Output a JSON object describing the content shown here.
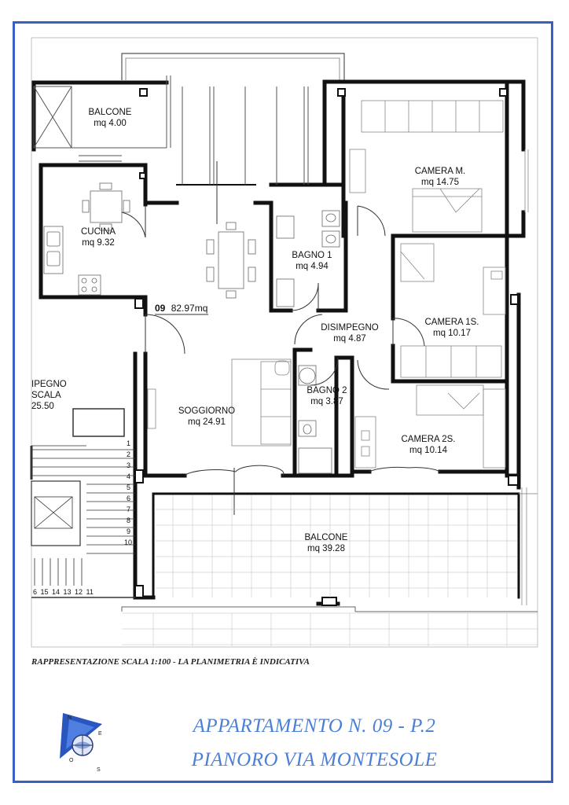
{
  "rooms": {
    "balcone_top": {
      "name": "BALCONE",
      "area": "mq 4.00"
    },
    "cucina": {
      "name": "CUCINA",
      "area": "mq 9.32"
    },
    "bagno1": {
      "name": "BAGNO 1",
      "area": "mq 4.94"
    },
    "camera_m": {
      "name": "CAMERA M.",
      "area": "mq 14.75"
    },
    "camera_1s": {
      "name": "CAMERA 1S.",
      "area": "mq 10.17"
    },
    "disimpegno": {
      "name": "DISIMPEGNO",
      "area": "mq 4.87"
    },
    "bagno2": {
      "name": "BAGNO 2",
      "area": "mq 3.87"
    },
    "soggiorno": {
      "name": "SOGGIORNO",
      "area": "mq 24.91"
    },
    "camera_2s": {
      "name": "CAMERA 2S.",
      "area": "mq 10.14"
    },
    "balcone_bottom": {
      "name": "BALCONE",
      "area": "mq 39.28"
    },
    "pianerottolo": {
      "line1": "IPEGNO",
      "line2": "SCALA",
      "line3": "25.50"
    }
  },
  "unit_label": "09",
  "unit_area": "82.97mq",
  "stairs": {
    "right_steps": [
      "1",
      "2",
      "3",
      "4",
      "5",
      "6",
      "7",
      "8",
      "9",
      "10"
    ],
    "bottom_steps": "6 15 14 13 12 11"
  },
  "compass": [
    "N",
    "O",
    "E",
    "S"
  ],
  "caption": "RAPPRESENTAZIONE SCALA 1:100 - LA PLANIMETRIA È INDICATIVA",
  "title_line1": "APPARTAMENTO N. 09 - P.2",
  "title_line2": "PIANORO VIA MONTESOLE",
  "colors": {
    "border": "#3a5fc4",
    "title": "#4c7fd6",
    "wall": "#111111"
  }
}
